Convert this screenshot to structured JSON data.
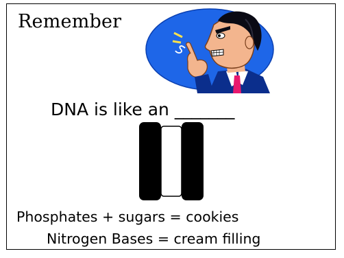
{
  "slide": {
    "title": "Remember",
    "headline": "DNA is like an _______",
    "line1": "Phosphates + sugars = cookies",
    "line2": "Nitrogen Bases = cream filling"
  },
  "icons": {
    "clipart": "thinking-man-clipart",
    "figure": "sandwich-cookie-diagram"
  },
  "colors": {
    "ellipse": "#1e66e8",
    "tie": "#e8186e",
    "skin": "#f3b58e",
    "suit": "#0b2e8c"
  }
}
